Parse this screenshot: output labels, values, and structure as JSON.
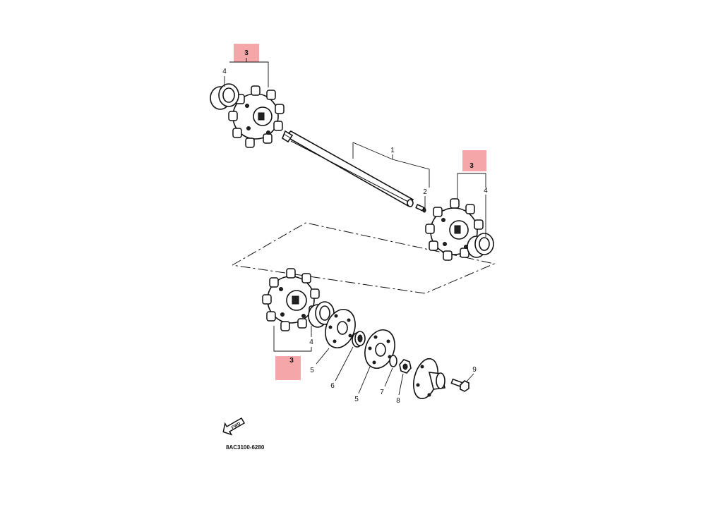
{
  "colors": {
    "highlight": "#f4a6a9",
    "ink": "#111111",
    "background": "#ffffff"
  },
  "callouts": {
    "top_left_3": "3",
    "top_left_4": "4",
    "shaft_1": "1",
    "pin_2": "2",
    "right_3": "3",
    "right_4": "4",
    "bottom_3": "3",
    "bottom_4": "4",
    "plate_5a": "5",
    "bearing_6": "6",
    "plate_5b": "5",
    "washer_7": "7",
    "nut_8": "8",
    "bolt_9": "9"
  },
  "fwd_label": "FWD",
  "fwd_icon": "fwd-arrow-icon",
  "diagram_code": "8AC3100-6280"
}
